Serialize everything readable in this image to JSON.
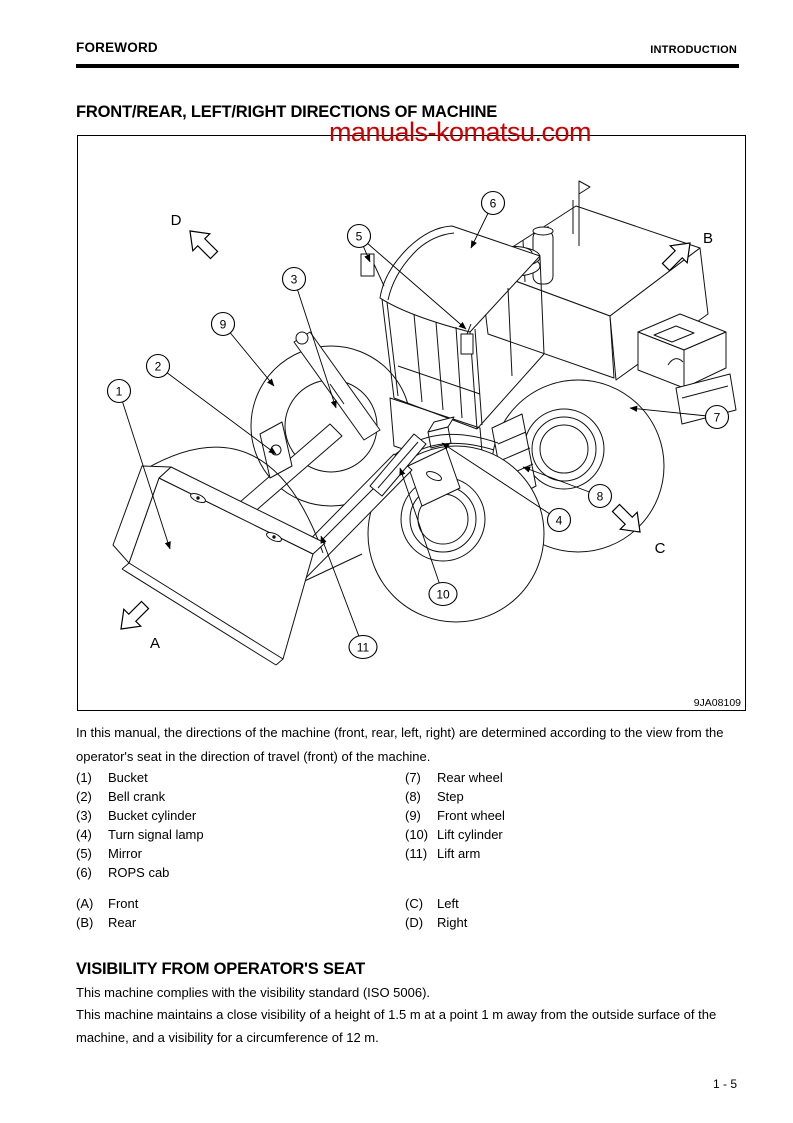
{
  "header": {
    "left": "FOREWORD",
    "right": "INTRODUCTION"
  },
  "watermark": "manuals-komatsu.com",
  "watermark_color": "#cc0000",
  "section1": {
    "title": "FRONT/REAR, LEFT/RIGHT DIRECTIONS OF MACHINE",
    "intro": "In this manual, the directions of the machine (front, rear, left, right) are determined according to the view from the operator's seat in the direction of travel (front) of the machine.",
    "parts_left": [
      {
        "num": "(1)",
        "label": "Bucket"
      },
      {
        "num": "(2)",
        "label": "Bell crank"
      },
      {
        "num": "(3)",
        "label": "Bucket cylinder"
      },
      {
        "num": "(4)",
        "label": "Turn signal lamp"
      },
      {
        "num": "(5)",
        "label": "Mirror"
      },
      {
        "num": "(6)",
        "label": "ROPS cab"
      }
    ],
    "parts_right": [
      {
        "num": "(7)",
        "label": "Rear wheel"
      },
      {
        "num": "(8)",
        "label": "Step"
      },
      {
        "num": "(9)",
        "label": "Front wheel"
      },
      {
        "num": "(10)",
        "label": "Lift cylinder"
      },
      {
        "num": "(11)",
        "label": "Lift arm"
      }
    ],
    "dirs_left": [
      {
        "num": "(A)",
        "label": "Front"
      },
      {
        "num": "(B)",
        "label": "Rear"
      }
    ],
    "dirs_right": [
      {
        "num": "(C)",
        "label": "Left"
      },
      {
        "num": "(D)",
        "label": "Right"
      }
    ]
  },
  "diagram": {
    "code": "9JA08109",
    "callouts": {
      "c1": "1",
      "c2": "2",
      "c3": "3",
      "c4": "4",
      "c5": "5",
      "c6": "6",
      "c7": "7",
      "c8": "8",
      "c9": "9",
      "c10": "10",
      "c11": "11"
    },
    "letters": {
      "a": "A",
      "b": "B",
      "c": "C",
      "d": "D"
    }
  },
  "section2": {
    "title": "VISIBILITY FROM OPERATOR'S SEAT",
    "line1": "This machine complies with the visibility standard (ISO 5006).",
    "para": "This machine maintains a close visibility of a height of 1.5 m at a point 1 m away from the outside surface of the machine, and a visibility for a circumference of 12 m."
  },
  "footer": {
    "page_number": "1 - 5"
  }
}
